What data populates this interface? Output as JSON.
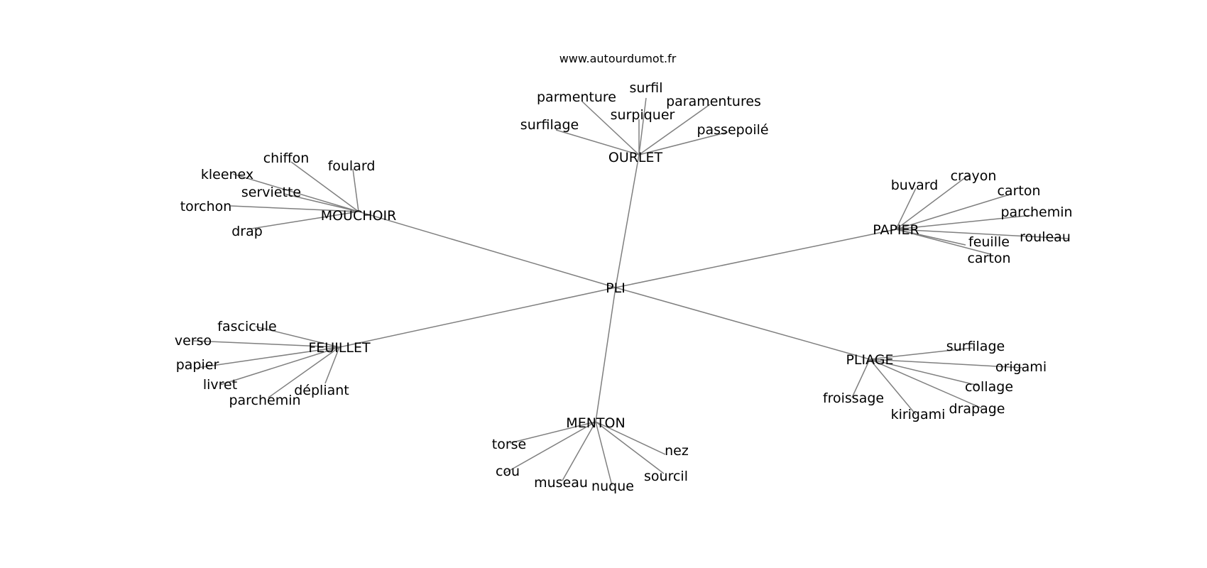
{
  "source_url": "www.autourdumot.fr",
  "colors": {
    "edge": "#7f7f7f",
    "text": "#000000",
    "background": "#ffffff"
  },
  "center": "PLI",
  "groups": [
    {
      "hub": "OURLET",
      "words": [
        "surfil",
        "parmenture",
        "paramentures",
        "surpiquer",
        "surfilage",
        "passepoilé"
      ]
    },
    {
      "hub": "MOUCHOIR",
      "words": [
        "chiffon",
        "foulard",
        "kleenex",
        "serviette",
        "torchon",
        "drap"
      ]
    },
    {
      "hub": "PAPIER",
      "words": [
        "buvard",
        "crayon",
        "carton",
        "parchemin",
        "rouleau",
        "feuille",
        "carton"
      ]
    },
    {
      "hub": "FEUILLET",
      "words": [
        "fascicule",
        "verso",
        "papier",
        "livret",
        "parchemin",
        "dépliant"
      ]
    },
    {
      "hub": "PLIAGE",
      "words": [
        "surfilage",
        "origami",
        "collage",
        "drapage",
        "kirigami",
        "froissage"
      ]
    },
    {
      "hub": "MENTON",
      "words": [
        "torse",
        "cou",
        "museau",
        "nuque",
        "sourcil",
        "nez"
      ]
    }
  ]
}
